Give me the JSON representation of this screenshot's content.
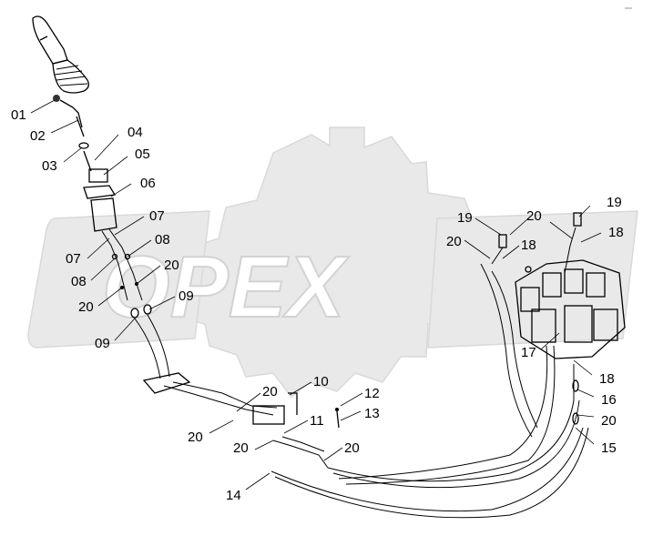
{
  "watermark": {
    "text": "OPEX"
  },
  "corner_code": "°°°°",
  "callouts": [
    "01",
    "02",
    "03",
    "04",
    "05",
    "06",
    "07",
    "07",
    "08",
    "08",
    "20",
    "20",
    "09",
    "09",
    "20",
    "10",
    "12",
    "20",
    "11",
    "13",
    "20",
    "20",
    "14",
    "19",
    "20",
    "20",
    "18",
    "19",
    "18",
    "17",
    "18",
    "16",
    "20",
    "15"
  ]
}
